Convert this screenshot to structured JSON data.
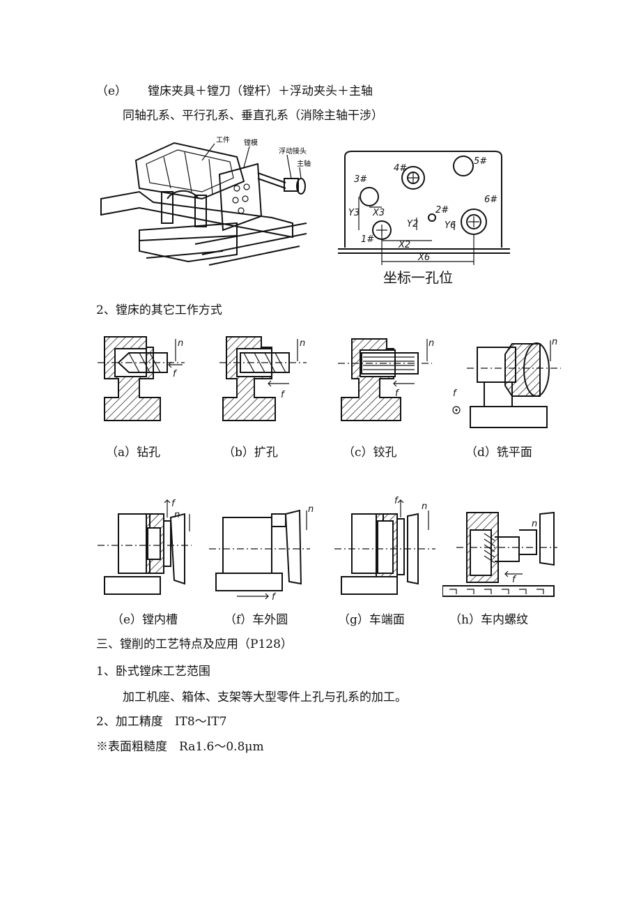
{
  "section_e": {
    "label": "（e）",
    "text": "镗床夹具＋镗刀（镗杆）＋浮动夹头＋主轴",
    "note": "同轴孔系、平行孔系、垂直孔系（消除主轴干涉）"
  },
  "fixture_figure": {
    "labels": {
      "workpiece": "工件",
      "boring_template": "镗模",
      "floating_chuck": "浮动接头",
      "spindle": "主轴"
    }
  },
  "coordinate_figure": {
    "caption": "坐标一孔位",
    "holes": [
      "1#",
      "2#",
      "3#",
      "4#",
      "5#",
      "6#"
    ],
    "dims": [
      "Y3",
      "X3",
      "Y2",
      "X2",
      "Y6",
      "X6"
    ]
  },
  "section_2": {
    "heading": "2、镗床的其它工作方式",
    "row1": [
      "（a）钻孔",
      "（b）扩孔",
      "（c）铰孔",
      "（d）铣平面"
    ],
    "row2": [
      "（e）镗内槽",
      "（f）车外圆",
      "（g）车端面",
      "（h）车内螺纹"
    ],
    "symbols": {
      "rotation": "n",
      "feed": "f"
    }
  },
  "section_3": {
    "heading": "三、镗削的工艺特点及应用（P128）",
    "item1_title": "1、卧式镗床工艺范围",
    "item1_text": "加工机座、箱体、支架等大型零件上孔与孔系的加工。",
    "item2": "2、加工精度　IT8～IT7",
    "item3": "※表面粗糙度　Ra1.6～0.8μm"
  }
}
